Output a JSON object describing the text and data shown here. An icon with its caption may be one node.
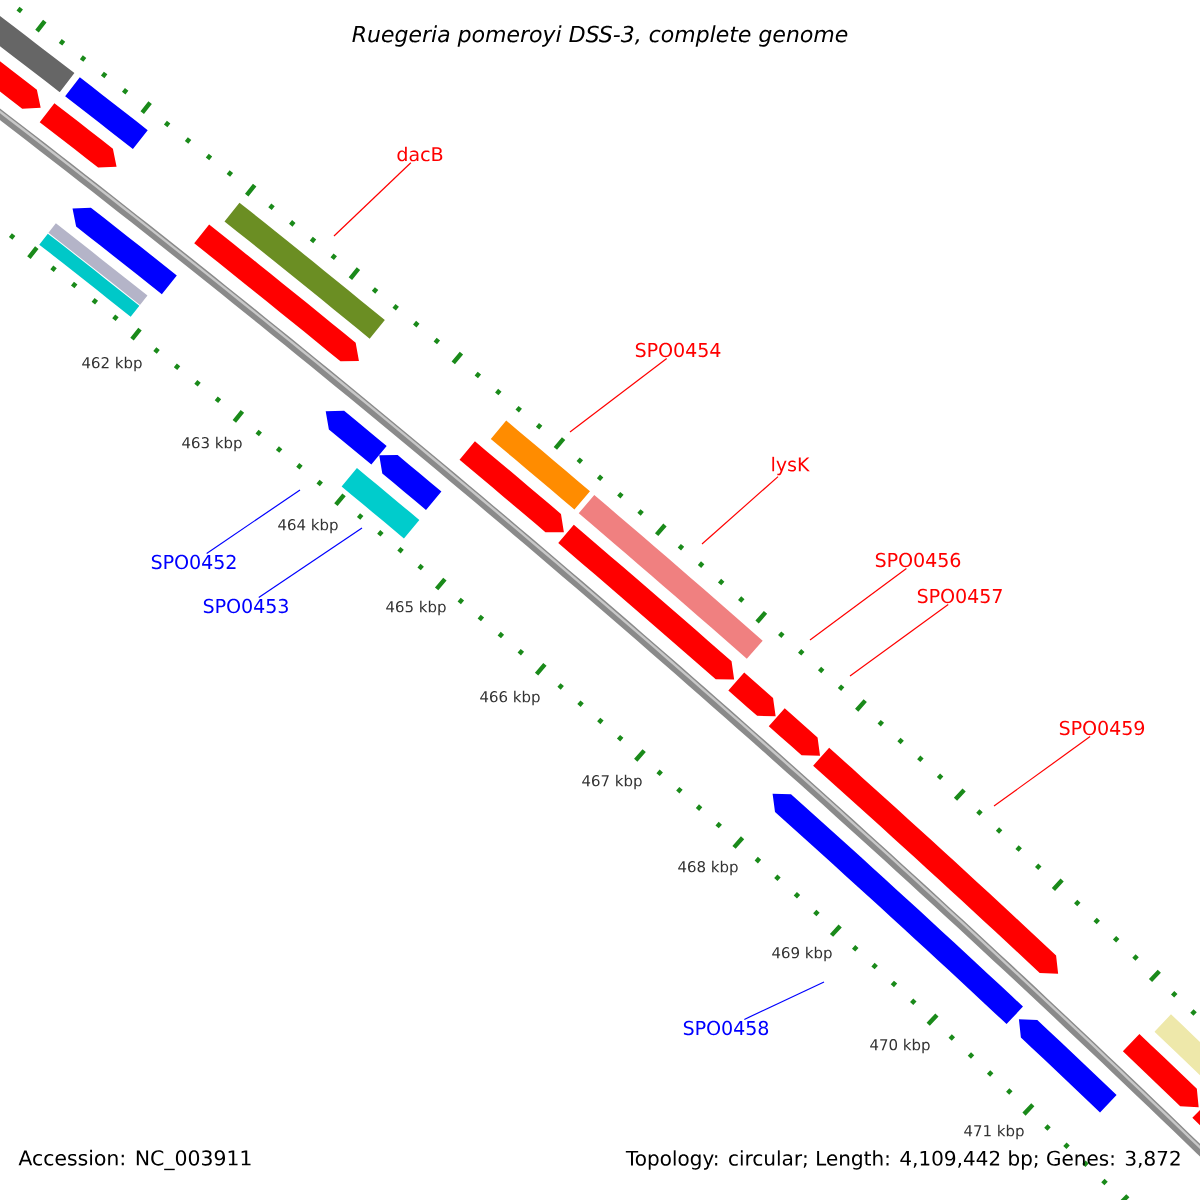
{
  "diagram": {
    "title": "Ruegeria pomeroyi DSS-3, complete genome",
    "nodes": [
      {
        "text": [
          "dacB"
        ]
      },
      {
        "text": [
          "SPO0454"
        ]
      },
      {
        "text": [
          "lysK"
        ]
      },
      {
        "text": [
          "SPO0456"
        ]
      },
      {
        "text": [
          "SPO0457"
        ]
      },
      {
        "text": [
          "SPO0459"
        ]
      },
      {
        "text": [
          "SPO0452"
        ]
      },
      {
        "text": [
          "SPO0453"
        ]
      },
      {
        "text": [
          "SPO0458"
        ]
      }
    ],
    "edges": [
      {
        "from": 0,
        "to": null,
        "arrow": "none"
      },
      {
        "from": 1,
        "to": null,
        "arrow": "none"
      },
      {
        "from": 2,
        "to": null,
        "arrow": "none"
      },
      {
        "from": 3,
        "to": null,
        "arrow": "none"
      },
      {
        "from": 4,
        "to": null,
        "arrow": "none"
      },
      {
        "from": 5,
        "to": null,
        "arrow": "none"
      },
      {
        "from": 6,
        "to": null,
        "arrow": "none",
        "color": "#0000ff"
      },
      {
        "from": 7,
        "to": null,
        "arrow": "none",
        "color": "#0000ff"
      },
      {
        "from": 8,
        "to": null,
        "arrow": "none",
        "color": "#0000ff"
      }
    ],
    "labels": [
      "462 kbp",
      "463 kbp",
      "464 kbp",
      "465 kbp",
      "466 kbp",
      "467 kbp",
      "468 kbp",
      "469 kbp",
      "470 kbp",
      "471 kbp",
      "Accession: NC_003911",
      "Topology: circular; Length: 4,109,442 bp; Genes: 3,872"
    ]
  }
}
